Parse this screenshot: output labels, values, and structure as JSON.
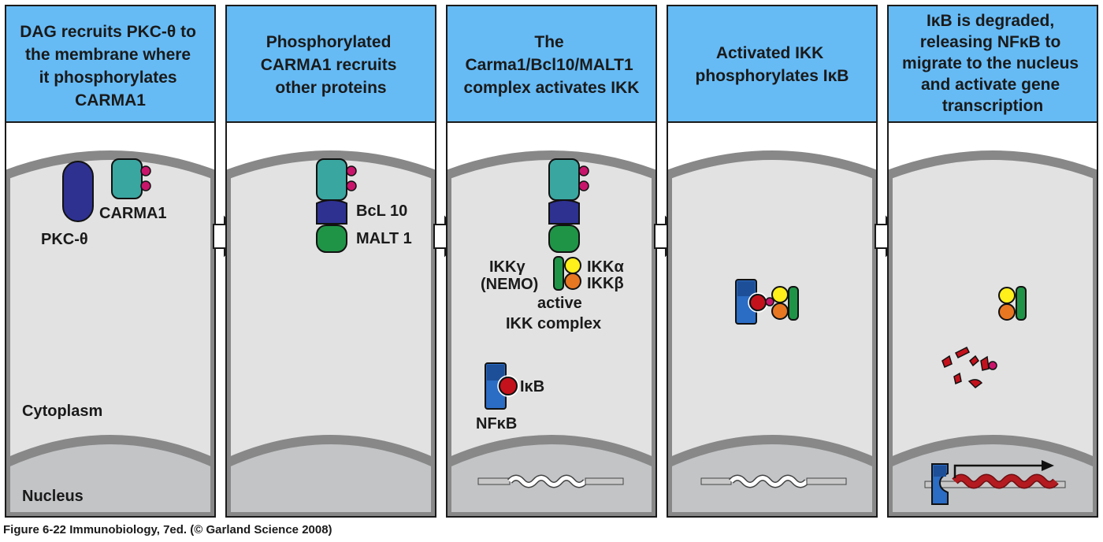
{
  "panels": [
    {
      "title_lines": [
        "DAG recruits PKC-θ to",
        "the membrane where",
        "it phosphorylates",
        "CARMA1"
      ]
    },
    {
      "title_lines": [
        "Phosphorylated",
        "CARMA1 recruits",
        "other proteins"
      ]
    },
    {
      "title_lines": [
        "The",
        "Carma1/Bcl10/MALT1",
        "complex activates IKK"
      ]
    },
    {
      "title_lines": [
        "Activated IKK",
        "phosphorylates IκB"
      ]
    },
    {
      "title_lines": [
        "IκB is degraded,",
        "releasing NFκB to",
        "migrate to the nucleus",
        "and activate gene",
        "transcription"
      ]
    }
  ],
  "labels": {
    "pkc": "PKC-θ",
    "carma1": "CARMA1",
    "bcl10": "BcL 10",
    "malt1": "MALT 1",
    "ikk_gamma": "IKKγ",
    "nemo": "(NEMO)",
    "ikk_alpha": "IKKα",
    "ikk_beta": "IKKβ",
    "active": "active",
    "ikk_complex": "IKK complex",
    "ikb": "IκB",
    "nfkb": "NFκB",
    "cytoplasm": "Cytoplasm",
    "nucleus": "Nucleus"
  },
  "caption": "Figure 6-22  Immunobiology, 7ed. (© Garland Science 2008)",
  "colors": {
    "header_bg": "#66bbf5",
    "cell_bg": "#e2e2e2",
    "nucleus_bg": "#c2c4c6",
    "membrane": "#888888",
    "pkc": "#2e3190",
    "carma1": "#3aa6a0",
    "phospho": "#c8156b",
    "bcl10": "#2e3190",
    "malt1": "#1f9447",
    "nemo": "#1f9447",
    "ikk_alpha": "#ffef1a",
    "ikk_beta": "#e87722",
    "nfkb": "#2b6cc4",
    "ikb": "#c4121c",
    "mrna": "#b31b20"
  }
}
